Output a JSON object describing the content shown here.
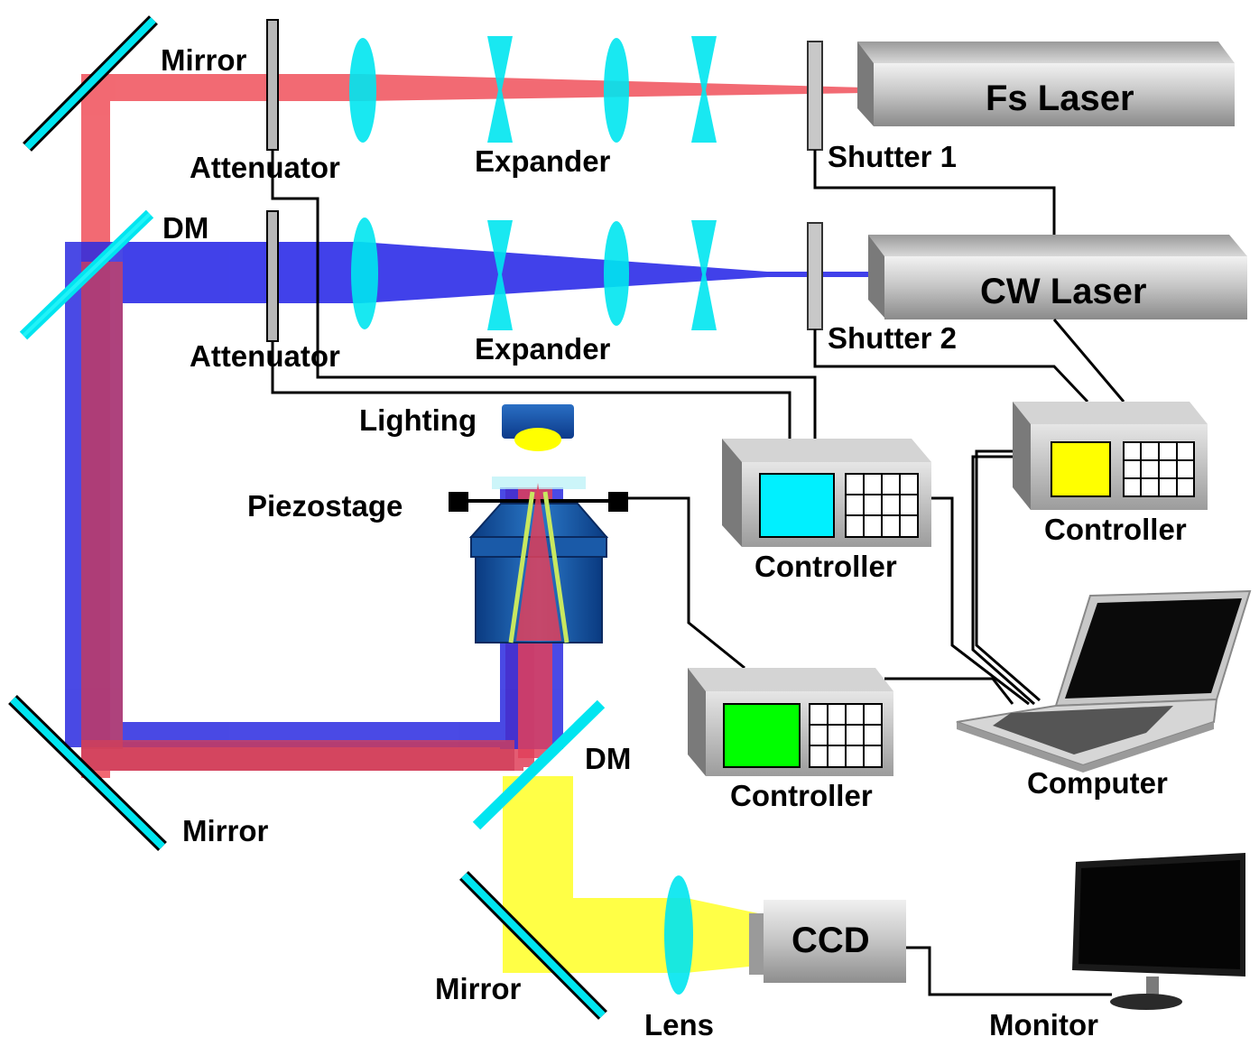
{
  "labels": {
    "mirror_top": "Mirror",
    "attenuator_top": "Attenuator",
    "expander_top": "Expander",
    "shutter_1": "Shutter 1",
    "fs_laser": "Fs Laser",
    "dm_top": "DM",
    "attenuator_bottom": "Attenuator",
    "expander_bottom": "Expander",
    "shutter_2": "Shutter 2",
    "cw_laser": "CW Laser",
    "lighting": "Lighting",
    "piezostage": "Piezostage",
    "controller_cyan": "Controller",
    "controller_yellow": "Controller",
    "controller_green": "Controller",
    "computer": "Computer",
    "dm_bottom": "DM",
    "mirror_left": "Mirror",
    "mirror_bottom": "Mirror",
    "lens": "Lens",
    "ccd": "CCD",
    "monitor": "Monitor"
  },
  "colors": {
    "fs_beam": "#f0505a",
    "cw_beam": "#2020e6",
    "imaging_beam": "#ffff33",
    "optics": "#00e5f0",
    "controller_cyan_screen": "#00f0ff",
    "controller_yellow_screen": "#ffff00",
    "controller_green_screen": "#00ff00"
  }
}
